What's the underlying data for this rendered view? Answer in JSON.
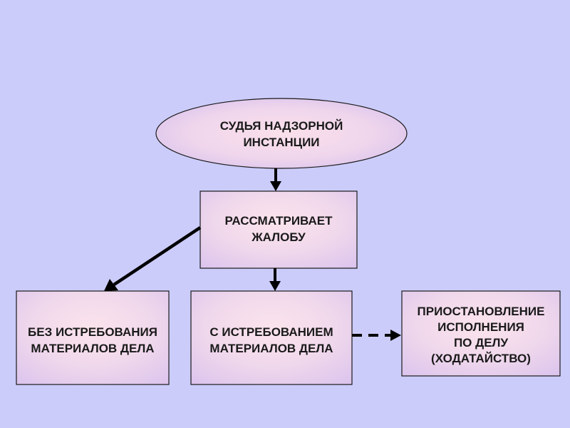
{
  "diagram": {
    "nodes": {
      "judge": {
        "shape": "ellipse",
        "text": "СУДЬЯ НАДЗОРНОЙ\nИНСТАНЦИИ"
      },
      "review": {
        "shape": "rectangle",
        "text": "РАССМАТРИВАЕТ\nЖАЛОБУ"
      },
      "without_request": {
        "shape": "rectangle",
        "text": "БЕЗ ИСТРЕБОВАНИЯ\nМАТЕРИАЛОВ ДЕЛА"
      },
      "with_request": {
        "shape": "rectangle",
        "text": "С ИСТРЕБОВАНИЕМ\nМАТЕРИАЛОВ ДЕЛА"
      },
      "suspension": {
        "shape": "rectangle",
        "text": "ПРИОСТАНОВЛЕНИЕ\nИСПОЛНЕНИЯ\nПО ДЕЛУ\n(ХОДАТАЙСТВО)"
      }
    },
    "edges": [
      {
        "from": "judge",
        "to": "review",
        "style": "solid"
      },
      {
        "from": "review",
        "to": "without_request",
        "style": "solid"
      },
      {
        "from": "review",
        "to": "with_request",
        "style": "solid"
      },
      {
        "from": "with_request",
        "to": "suspension",
        "style": "dashed"
      }
    ],
    "colors": {
      "background": "#ccccfb",
      "node_fill_light": "#f9e0ea",
      "node_fill_mid": "#efd8ee",
      "node_fill_dark": "#dcc4ec",
      "border": "#1a1a1a",
      "arrow": "#000000"
    }
  }
}
